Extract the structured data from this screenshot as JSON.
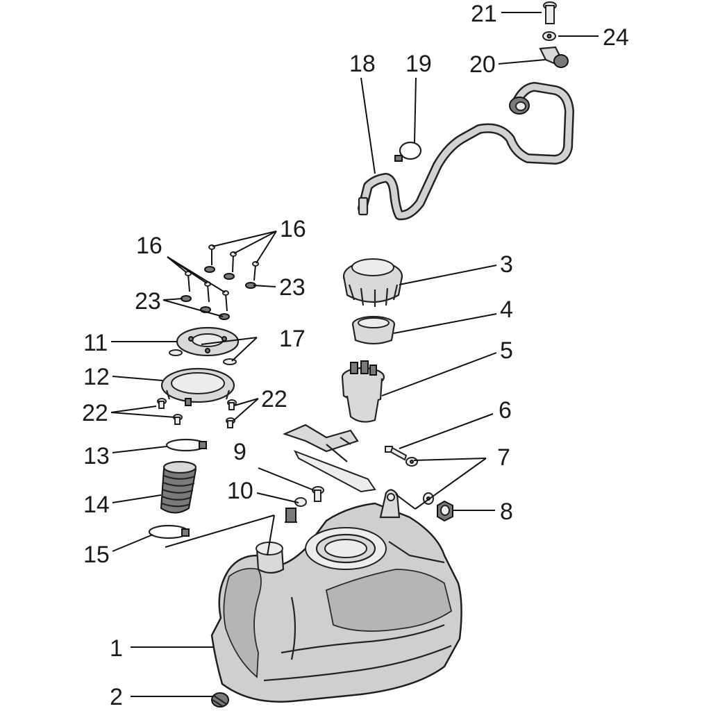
{
  "diagram": {
    "labels": {
      "p1": "1",
      "p2": "2",
      "p3": "3",
      "p4": "4",
      "p5": "5",
      "p6": "6",
      "p7": "7",
      "p8": "8",
      "p9": "9",
      "p10": "10",
      "p11": "11",
      "p12": "12",
      "p13": "13",
      "p14": "14",
      "p15": "15",
      "p16a": "16",
      "p16b": "16",
      "p17": "17",
      "p18": "18",
      "p19": "19",
      "p20": "20",
      "p21": "21",
      "p22a": "22",
      "p22b": "22",
      "p23a": "23",
      "p23b": "23",
      "p24": "24"
    }
  }
}
